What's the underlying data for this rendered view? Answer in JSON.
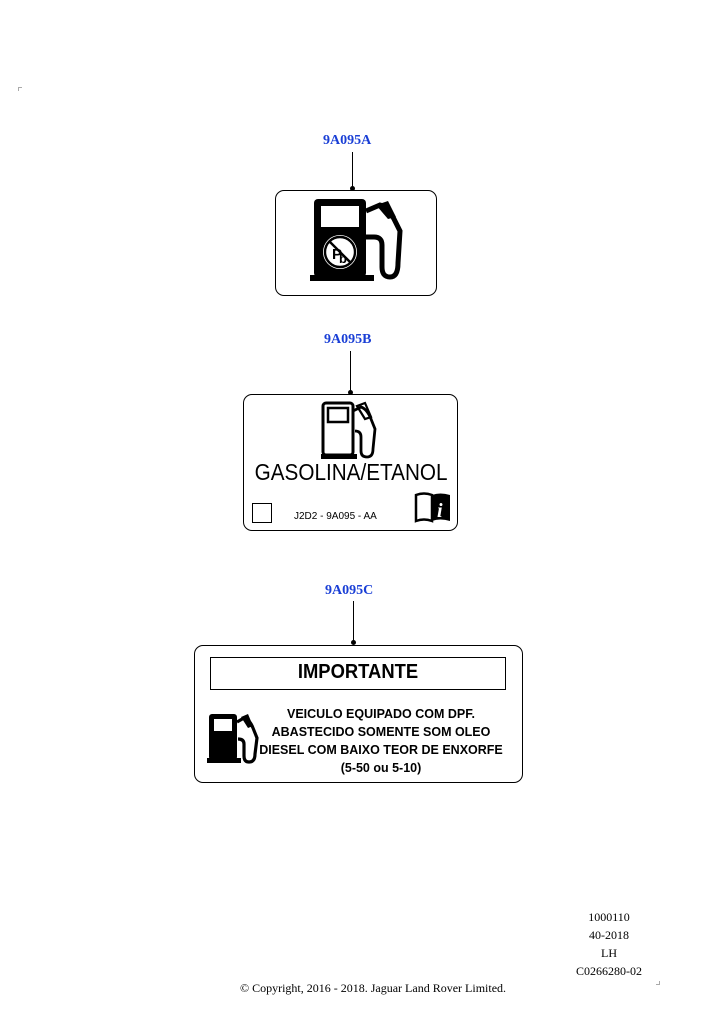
{
  "labels": [
    {
      "part_number": "9A095A",
      "icon": "fuel-pump-no-lead-icon"
    },
    {
      "part_number": "9A095B",
      "icon": "fuel-pump-icon",
      "text": "GASOLINA/ETANOL",
      "code": "J2D2 - 9A095 - AA",
      "book_icon": "manual-info-icon"
    },
    {
      "part_number": "9A095C",
      "icon": "fuel-pump-icon",
      "heading": "IMPORTANTE",
      "lines": [
        "VEICULO EQUIPADO COM DPF.",
        "ABASTECIDO SOMENTE SOM OLEO",
        "DIESEL COM BAIXO TEOR DE ENXORFE",
        "(5-50 ou 5-10)"
      ]
    }
  ],
  "footer": {
    "codes": [
      "1000110",
      "40-2018",
      "LH",
      "C0266280-02"
    ],
    "copyright": "© Copyright, 2016 - 2018. Jaguar Land Rover Limited."
  },
  "colors": {
    "callout": "#1a3fd6"
  }
}
